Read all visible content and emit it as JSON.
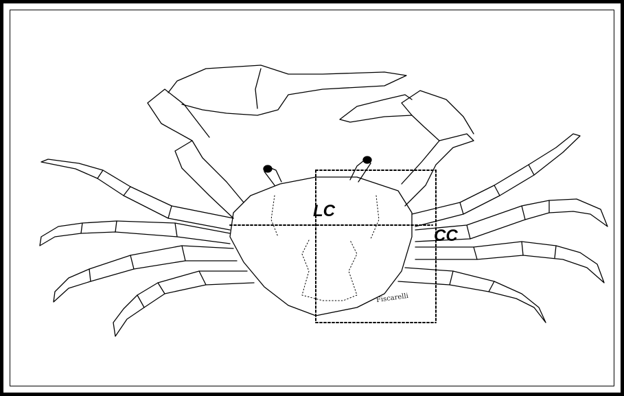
{
  "figure": {
    "labels": {
      "lc": "LC",
      "cc": "CC"
    },
    "signature": "Fiscarelli"
  },
  "colors": {
    "line": "#000000",
    "background": "#ffffff"
  }
}
